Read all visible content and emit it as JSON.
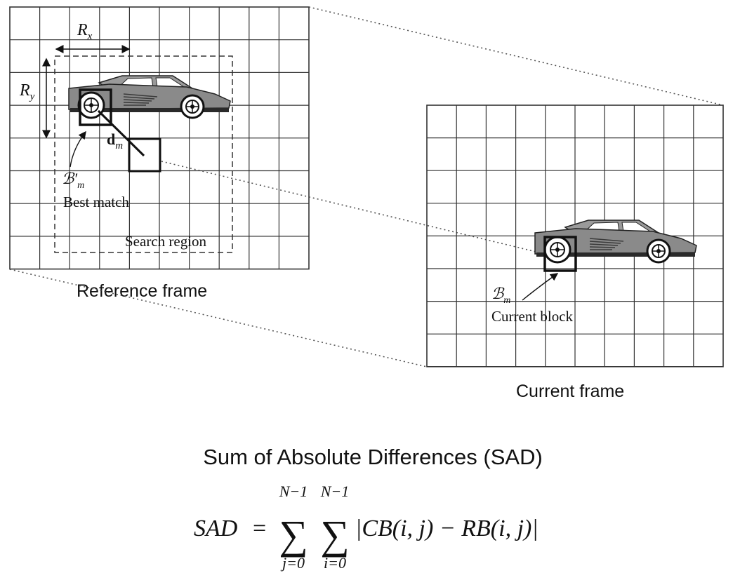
{
  "reference_frame": {
    "caption": "Reference frame",
    "rx_label": {
      "base": "R",
      "sub": "x"
    },
    "ry_label": {
      "base": "R",
      "sub": "y"
    },
    "motion_vector_label": {
      "base": "d",
      "sub": "m"
    },
    "best_block_label": {
      "base": "ℬ′",
      "sub": "m"
    },
    "best_match_text": "Best match",
    "search_region_text": "Search region"
  },
  "current_frame": {
    "caption": "Current frame",
    "block_label": {
      "base": "ℬ",
      "sub": "m"
    },
    "current_block_text": "Current block"
  },
  "sad": {
    "title": "Sum of Absolute Differences (SAD)",
    "lhs": "SAD",
    "equals": "=",
    "sum_outer": {
      "upper": "N−1",
      "lower": "j=0"
    },
    "sum_inner": {
      "upper": "N−1",
      "lower": "i=0"
    },
    "body": "|CB(i, j) − RB(i, j)|"
  },
  "colors": {
    "grid": "#333333",
    "car_body": "#8a8a8a",
    "car_dark": "#2a2a2a",
    "text": "#111111"
  }
}
